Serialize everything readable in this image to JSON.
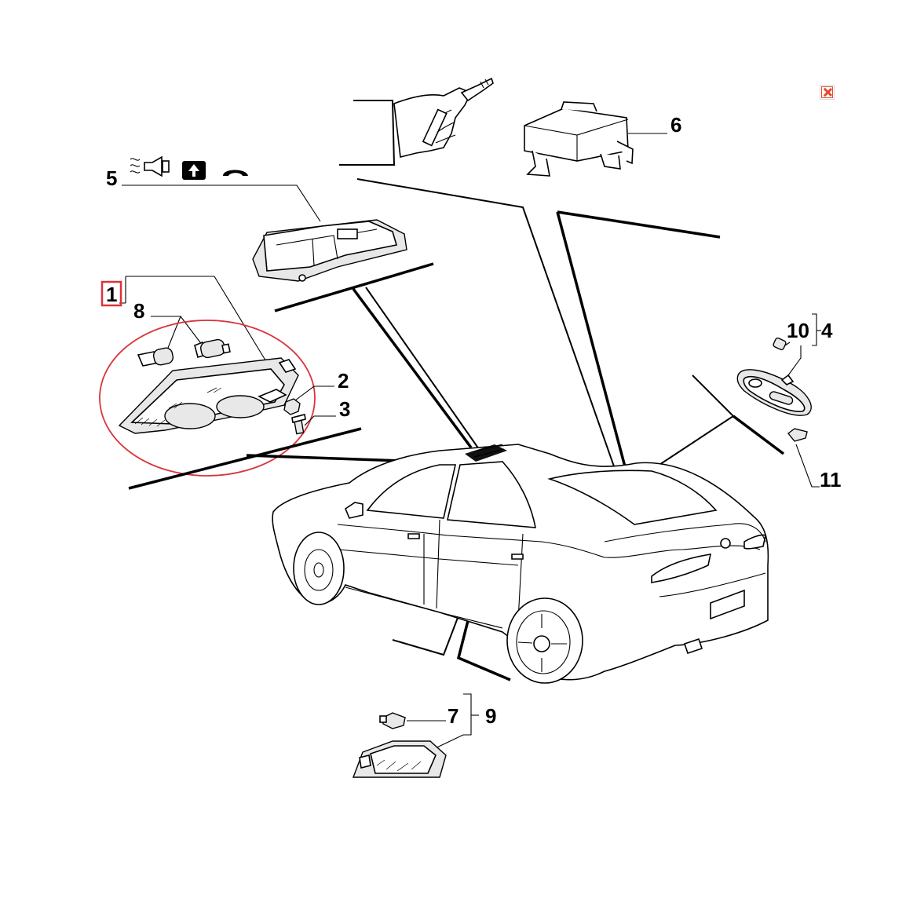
{
  "diagram": {
    "callouts": [
      "1",
      "2",
      "3",
      "4",
      "5",
      "6",
      "7",
      "8",
      "9",
      "10",
      "11"
    ],
    "selected_callout": "1",
    "highlight_color": "#d9343a",
    "ellipse_color": "#d9343a",
    "close_icon_color": "#e24a30",
    "icons": [
      "horn-icon",
      "sunroof-icon",
      "phone-icon",
      "close-icon"
    ]
  }
}
